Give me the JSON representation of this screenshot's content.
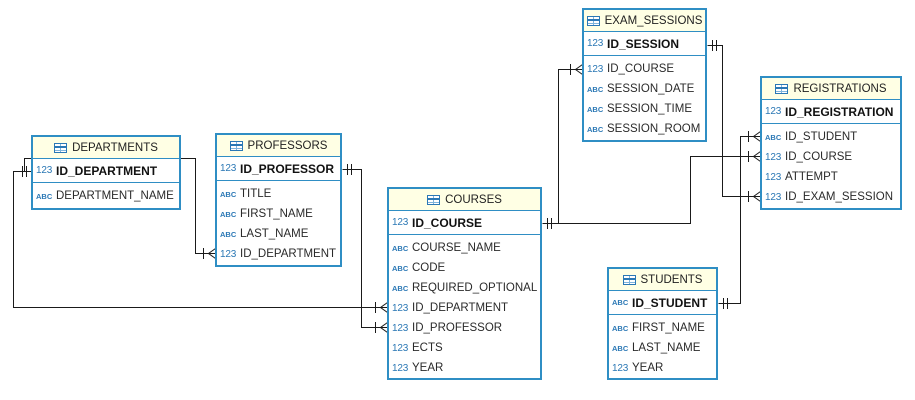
{
  "entities": {
    "departments": {
      "title": "DEPARTMENTS",
      "pk": {
        "type": "123",
        "name": "ID_DEPARTMENT"
      },
      "columns": [
        {
          "type": "ABC",
          "name": "DEPARTMENT_NAME"
        }
      ]
    },
    "professors": {
      "title": "PROFESSORS",
      "pk": {
        "type": "123",
        "name": "ID_PROFESSOR"
      },
      "columns": [
        {
          "type": "ABC",
          "name": "TITLE"
        },
        {
          "type": "ABC",
          "name": "FIRST_NAME"
        },
        {
          "type": "ABC",
          "name": "LAST_NAME"
        },
        {
          "type": "123",
          "name": "ID_DEPARTMENT"
        }
      ]
    },
    "courses": {
      "title": "COURSES",
      "pk": {
        "type": "123",
        "name": "ID_COURSE"
      },
      "columns": [
        {
          "type": "ABC",
          "name": "COURSE_NAME"
        },
        {
          "type": "ABC",
          "name": "CODE"
        },
        {
          "type": "ABC",
          "name": "REQUIRED_OPTIONAL"
        },
        {
          "type": "123",
          "name": "ID_DEPARTMENT"
        },
        {
          "type": "123",
          "name": "ID_PROFESSOR"
        },
        {
          "type": "123",
          "name": "ECTS"
        },
        {
          "type": "123",
          "name": "YEAR"
        }
      ]
    },
    "exam_sessions": {
      "title": "EXAM_SESSIONS",
      "pk": {
        "type": "123",
        "name": "ID_SESSION"
      },
      "columns": [
        {
          "type": "123",
          "name": "ID_COURSE"
        },
        {
          "type": "ABC",
          "name": "SESSION_DATE"
        },
        {
          "type": "ABC",
          "name": "SESSION_TIME"
        },
        {
          "type": "ABC",
          "name": "SESSION_ROOM"
        }
      ]
    },
    "registrations": {
      "title": "REGISTRATIONS",
      "pk": {
        "type": "123",
        "name": "ID_REGISTRATION"
      },
      "columns": [
        {
          "type": "ABC",
          "name": "ID_STUDENT"
        },
        {
          "type": "123",
          "name": "ID_COURSE"
        },
        {
          "type": "123",
          "name": "ATTEMPT"
        },
        {
          "type": "123",
          "name": "ID_EXAM_SESSION"
        }
      ]
    },
    "students": {
      "title": "STUDENTS",
      "pk": {
        "type": "ABC",
        "name": "ID_STUDENT"
      },
      "columns": [
        {
          "type": "ABC",
          "name": "FIRST_NAME"
        },
        {
          "type": "ABC",
          "name": "LAST_NAME"
        },
        {
          "type": "123",
          "name": "YEAR"
        }
      ]
    }
  },
  "relationships": [
    {
      "parent": "departments",
      "parent_column": "ID_DEPARTMENT",
      "child": "professors",
      "child_column": "ID_DEPARTMENT"
    },
    {
      "parent": "departments",
      "parent_column": "ID_DEPARTMENT",
      "child": "courses",
      "child_column": "ID_DEPARTMENT"
    },
    {
      "parent": "professors",
      "parent_column": "ID_PROFESSOR",
      "child": "courses",
      "child_column": "ID_PROFESSOR"
    },
    {
      "parent": "courses",
      "parent_column": "ID_COURSE",
      "child": "exam_sessions",
      "child_column": "ID_COURSE"
    },
    {
      "parent": "courses",
      "parent_column": "ID_COURSE",
      "child": "registrations",
      "child_column": "ID_COURSE"
    },
    {
      "parent": "exam_sessions",
      "parent_column": "ID_SESSION",
      "child": "registrations",
      "child_column": "ID_EXAM_SESSION"
    },
    {
      "parent": "students",
      "parent_column": "ID_STUDENT",
      "child": "registrations",
      "child_column": "ID_STUDENT"
    }
  ],
  "colors": {
    "entity_border": "#2f8ec4",
    "header_background": "#ffffe4",
    "type_icon": "#2b78b5",
    "connector": "#1a1a1a"
  },
  "icons": {
    "table": "table-icon",
    "numeric_type": "123",
    "string_type": "ABC"
  }
}
